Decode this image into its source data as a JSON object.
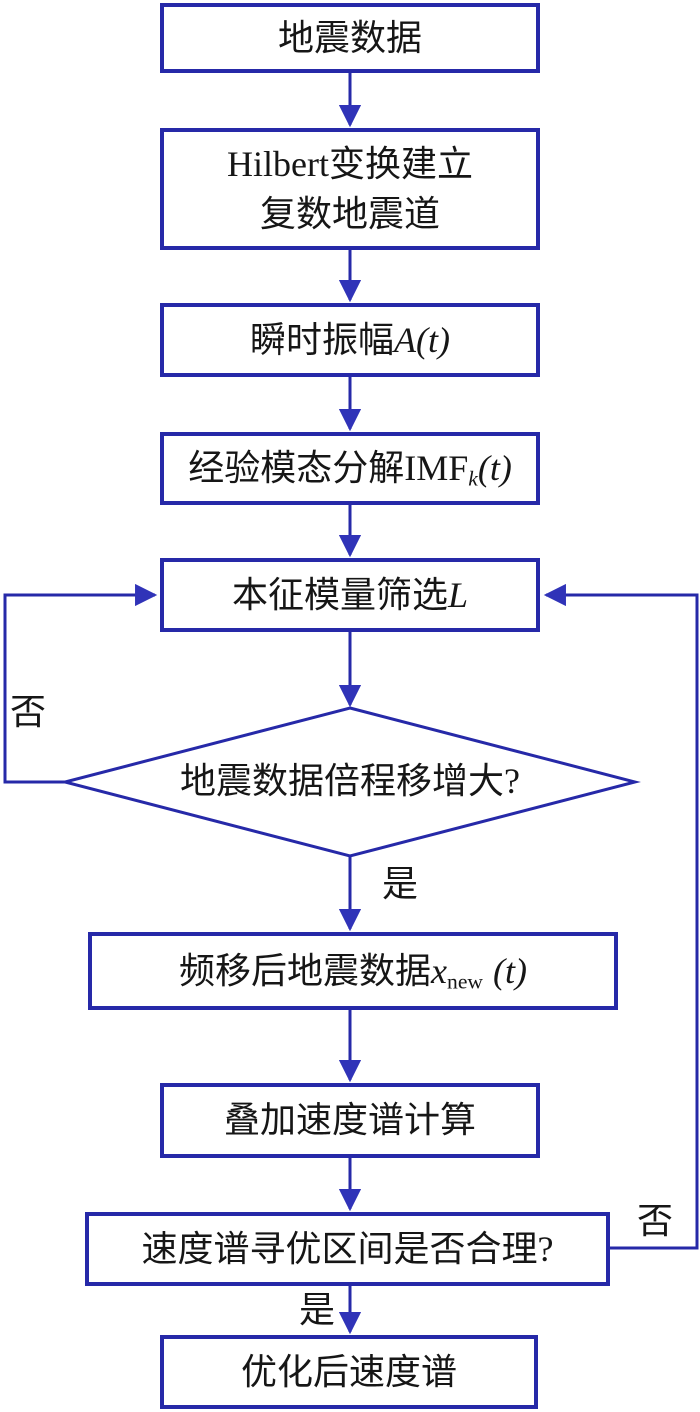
{
  "colors": {
    "line": "#2629a8",
    "arrow": "#3033b8",
    "text": "#161616",
    "page_bg": "#ffffff"
  },
  "nodes": {
    "seismic": {
      "label": "地震数据"
    },
    "hilbert": {
      "line1": "Hilbert变换建立",
      "line2": "复数地震道"
    },
    "amplitude": {
      "prefix": "瞬时振幅",
      "math": "A(t)"
    },
    "emd": {
      "prefix": "经验模态分解",
      "name": "IMF",
      "sub": "k",
      "args": "(t)"
    },
    "screening": {
      "prefix": "本征模量筛选",
      "var": "L"
    },
    "decision_shift": {
      "label": "地震数据倍程移增大?"
    },
    "shifted_data": {
      "prefix": "频移后地震数据",
      "var": "x",
      "sub": "new",
      "args": "(t)"
    },
    "velocity_spectrum": {
      "label": "叠加速度谱计算"
    },
    "decision_interval": {
      "label": "速度谱寻优区间是否合理?"
    },
    "optimized": {
      "label": "优化后速度谱"
    }
  },
  "edge_labels": {
    "no_left": "否",
    "yes_middle": "是",
    "no_right": "否",
    "yes_bottom": "是"
  }
}
